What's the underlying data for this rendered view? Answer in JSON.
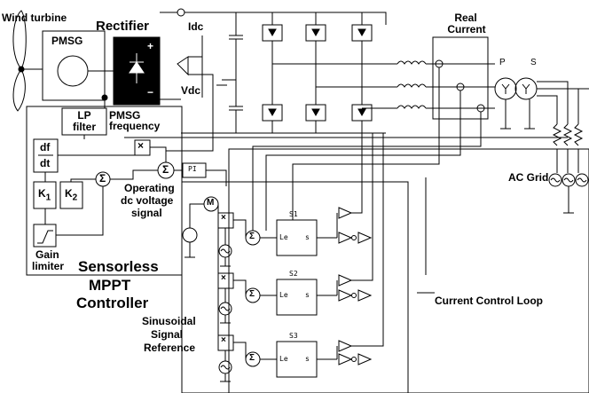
{
  "labels": {
    "wind_turbine": "Wind turbine",
    "rectifier": "Rectifier",
    "pmsg": "PMSG",
    "idc": "Idc",
    "vdc": "Vdc",
    "real_current_line1": "Real",
    "real_current_line2": "Current",
    "lp_filter_line1": "LP",
    "lp_filter_line2": "filter",
    "pmsg_freq_line1": "PMSG",
    "pmsg_freq_line2": "frequency",
    "df": "df",
    "dt": "dt",
    "k1": "K",
    "k1_sub": "1",
    "k2": "K",
    "k2_sub": "2",
    "operating_line1": "Operating",
    "operating_line2": "dc voltage",
    "operating_line3": "signal",
    "gain_line1": "Gain",
    "gain_line2": "limiter",
    "sensorless_line1": "Sensorless",
    "sensorless_line2": "MPPT",
    "sensorless_line3": "Controller",
    "pi": "PI",
    "sinusoidal_line1": "Sinusoidal",
    "sinusoidal_line2": "Signal",
    "sinusoidal_line3": "Reference",
    "ac_grid": "AC Grid",
    "current_control_loop": "Current Control Loop",
    "s1": "S1",
    "s2": "S2",
    "s3": "S3",
    "le": "Le",
    "s_port": "s",
    "plus": "+",
    "minus": "−",
    "p": "P",
    "s_xfmr": "S",
    "multiply": "×",
    "sigma": "Σ",
    "m": "M"
  }
}
